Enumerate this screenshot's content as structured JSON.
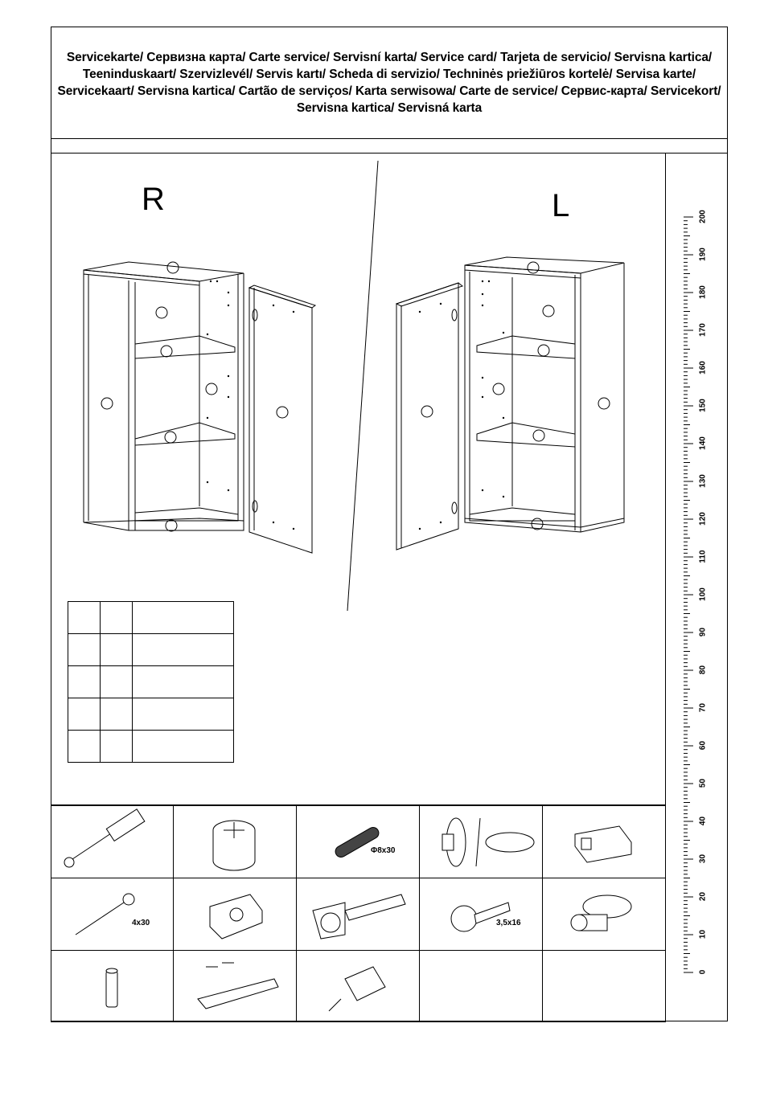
{
  "header": {
    "title": "Servicekarte/ Сервизна карта/ Carte service/ Servisní karta/ Service card/ Tarjeta de servicio/ Servisna kartica/ Teeninduskaart/ Szervizlevél/ Servis kartı/ Scheda di servizio/ Techninės priežiūros kortelė/ Servisa karte/ Servicekaart/ Servisna kartica/ Cartão de serviços/ Karta serwisowa/ Carte de service/ Сервис-карта/ Servicekort/ Servisna kartica/ Servisná karta"
  },
  "views": {
    "right_label": "R",
    "left_label": "L"
  },
  "parts_grid": {
    "items": [
      {
        "icon": "cam-bolt-icon",
        "label": ""
      },
      {
        "icon": "cam-lock-icon",
        "label": ""
      },
      {
        "icon": "wood-dowel-icon",
        "label": "Φ8x30"
      },
      {
        "icon": "cover-cap-icon",
        "label": ""
      },
      {
        "icon": "wall-bracket-icon",
        "label": ""
      },
      {
        "icon": "wood-screw-icon",
        "label": "4x30"
      },
      {
        "icon": "hinge-plate-icon",
        "label": ""
      },
      {
        "icon": "hinge-icon",
        "label": ""
      },
      {
        "icon": "short-screw-icon",
        "label": "3,5x16"
      },
      {
        "icon": "shelf-support-icon",
        "label": ""
      },
      {
        "icon": "knob-icon",
        "label": ""
      },
      {
        "icon": "handle-icon",
        "label": ""
      },
      {
        "icon": "corner-connector-icon",
        "label": ""
      },
      {
        "icon": "",
        "label": ""
      },
      {
        "icon": "",
        "label": ""
      }
    ]
  },
  "ruler": {
    "labels": [
      "200",
      "190",
      "180",
      "170",
      "160",
      "150",
      "140",
      "130",
      "120",
      "110",
      "100",
      "90",
      "80",
      "70",
      "60",
      "50",
      "40",
      "30",
      "20",
      "10",
      "0"
    ]
  }
}
